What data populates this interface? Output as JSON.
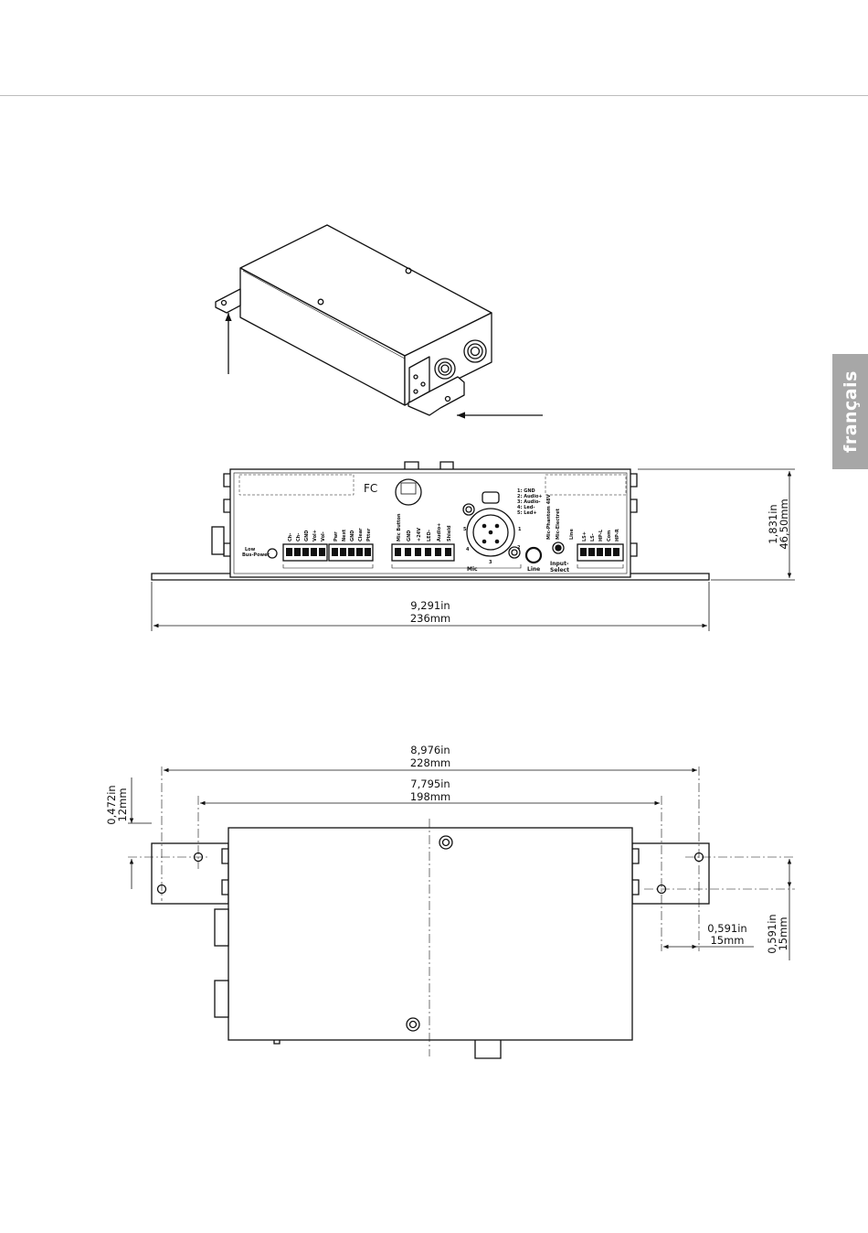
{
  "language_tab": "français",
  "front_view": {
    "width_in": "9,291in",
    "width_mm": "236mm",
    "height_in": "1,831in",
    "height_mm": "46,50mm",
    "labels": {
      "fc_logo": "FC",
      "low_bus_power": [
        "Low",
        "Bus-Power"
      ],
      "terminal_group_1": [
        "Ch-",
        "Ch-",
        "GND",
        "Vol+",
        "Vol-"
      ],
      "terminal_group_2": [
        "Pwr",
        "Next",
        "GND",
        "Clear",
        "Ptter"
      ],
      "terminal_group_3": [
        "Mic Button",
        "GND",
        "+24V",
        "LED-",
        "Audio+",
        "Shield"
      ],
      "terminal_group_4": [
        "LS+",
        "LS-",
        "HP-L",
        "Com",
        "HP-R"
      ],
      "xlr_pinout": [
        "1: GND",
        "2: Audio+",
        "3: Audio-",
        "4: Led-",
        "5: Led+"
      ],
      "input_select_options": [
        "Mic-Phantom 48V",
        "Mic-Electret",
        "Line"
      ],
      "mic": "Mic",
      "line": "Line",
      "input_select": [
        "Input-",
        "Select"
      ],
      "xlr_pins": [
        "1",
        "2",
        "3",
        "4",
        "5"
      ]
    }
  },
  "bottom_view": {
    "overall_in": "8,976in",
    "overall_mm": "228mm",
    "holes_in": "7,795in",
    "holes_mm": "198mm",
    "offset_in": "0,472in",
    "offset_mm": "12mm",
    "edge_in": "0,591in",
    "edge_mm": "15mm",
    "pitch_in": "0,591in",
    "pitch_mm": "15mm"
  }
}
